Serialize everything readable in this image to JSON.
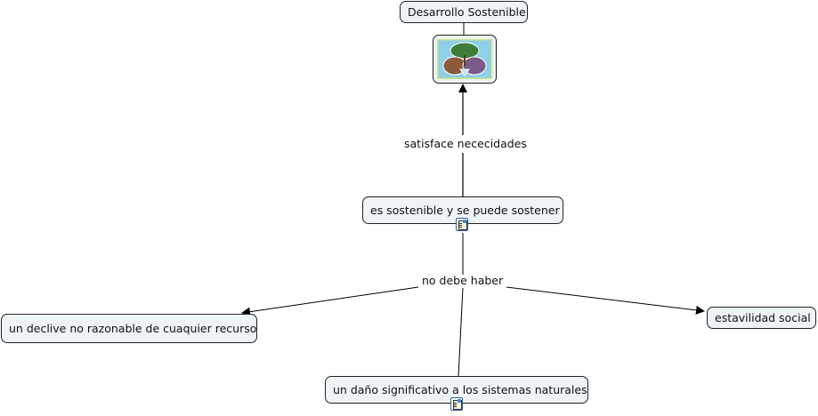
{
  "concepts": {
    "title": "Desarrollo Sostenible",
    "image": "sustainable-development-illustration",
    "central": "es sostenible y se puede sostener",
    "left": "un declive no razonable de cuaquier recurso",
    "bottom": "un daño significativo a los sistemas naturales",
    "right": "estavilidad social"
  },
  "links": {
    "satisface": "satisface nececidades",
    "no_debe": "no debe haber"
  },
  "colors": {
    "node_fill": "#eef3f6",
    "border": "#222222",
    "resource_icon": "#2a5fa8"
  }
}
